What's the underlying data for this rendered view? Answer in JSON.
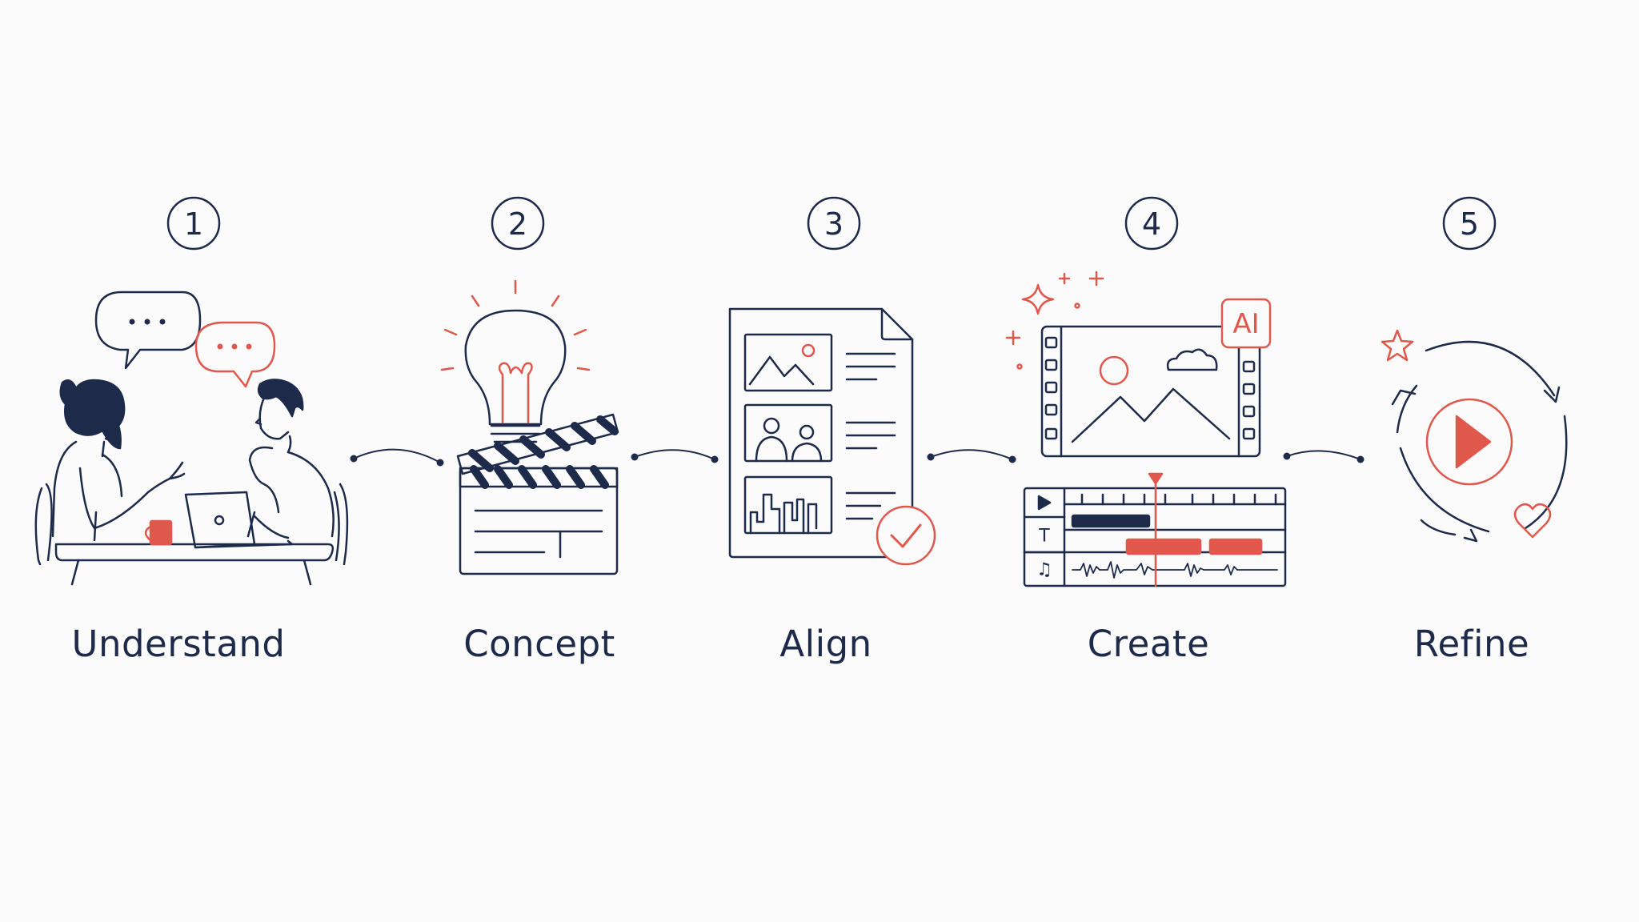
{
  "steps": [
    {
      "number": "1",
      "label": "Understand"
    },
    {
      "number": "2",
      "label": "Concept"
    },
    {
      "number": "3",
      "label": "Align"
    },
    {
      "number": "4",
      "label": "Create"
    },
    {
      "number": "5",
      "label": "Refine"
    }
  ],
  "create_badge": "AI",
  "icons": {
    "step1": "conversation-at-table-icon",
    "step2": "lightbulb-clapperboard-icon",
    "step3": "storyboard-approved-icon",
    "step4": "ai-video-editing-icon",
    "step5": "refine-cycle-play-icon"
  },
  "colors": {
    "navy": "#1d2a4a",
    "accent": "#e0584c",
    "background": "#fbfbfb"
  }
}
